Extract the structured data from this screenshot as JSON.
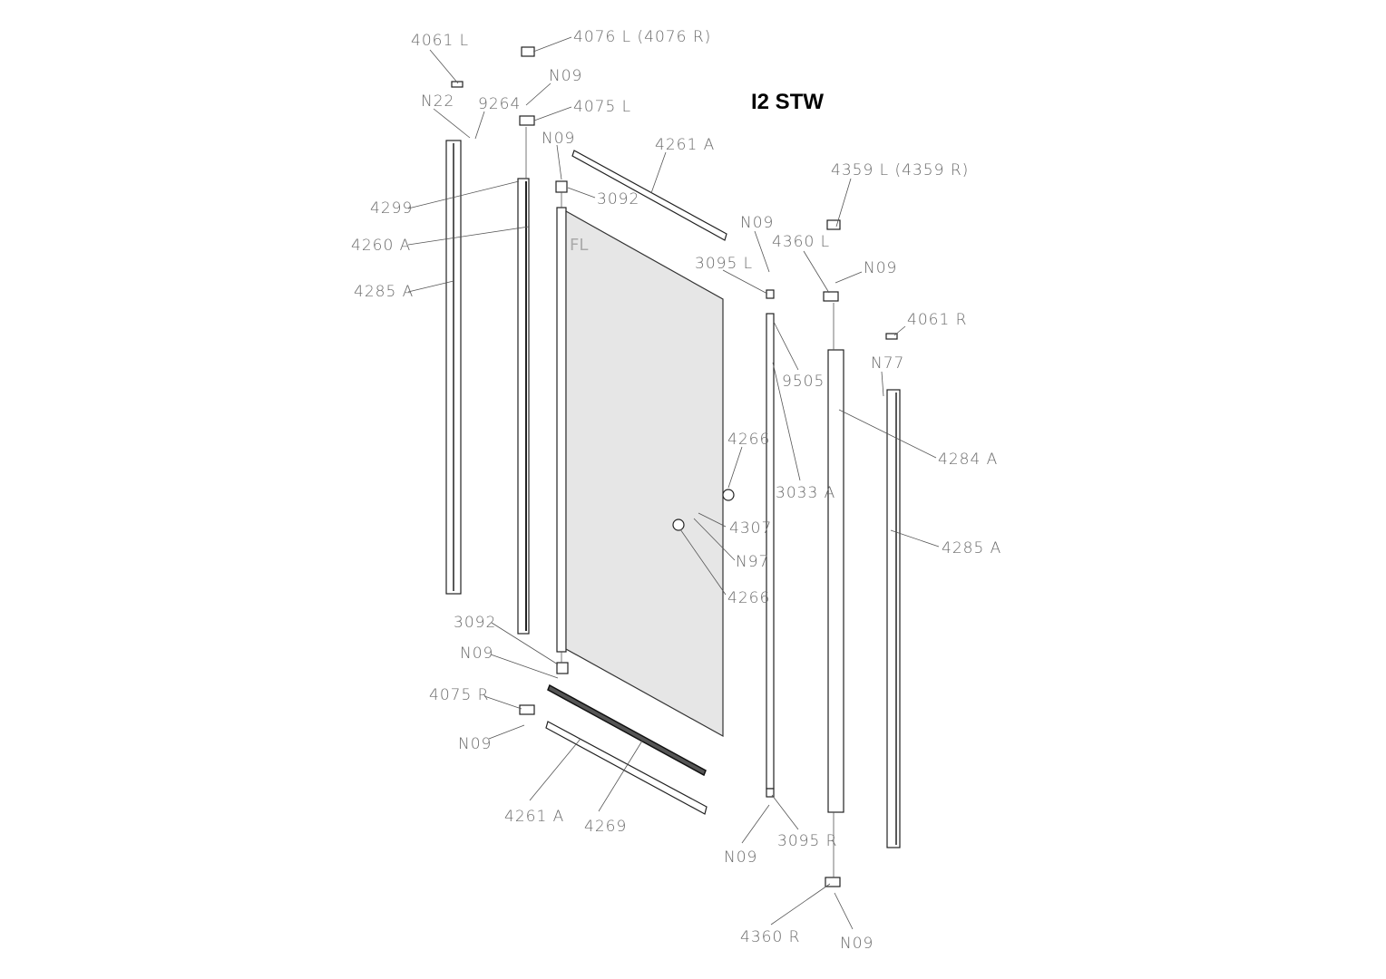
{
  "title": "I2 STW",
  "glass_mark": "FL",
  "labels": [
    "4061 L",
    "4076 L (4076 R)",
    "N09",
    "4075 L",
    "N22",
    "9264",
    "N09",
    "4261 A",
    "4359 L (4359 R)",
    "3092",
    "4299",
    "N09",
    "4360 L",
    "4260 A",
    "3095 L",
    "N09",
    "4285 A",
    "4061 R",
    "N77",
    "9505",
    "4266",
    "4284 A",
    "3033 A",
    "4307",
    "4285 A",
    "N97",
    "4266",
    "3092",
    "N09",
    "4075 R",
    "N09",
    "4261 A",
    "4269",
    "3095 R",
    "N09",
    "4360 R",
    "N09"
  ]
}
